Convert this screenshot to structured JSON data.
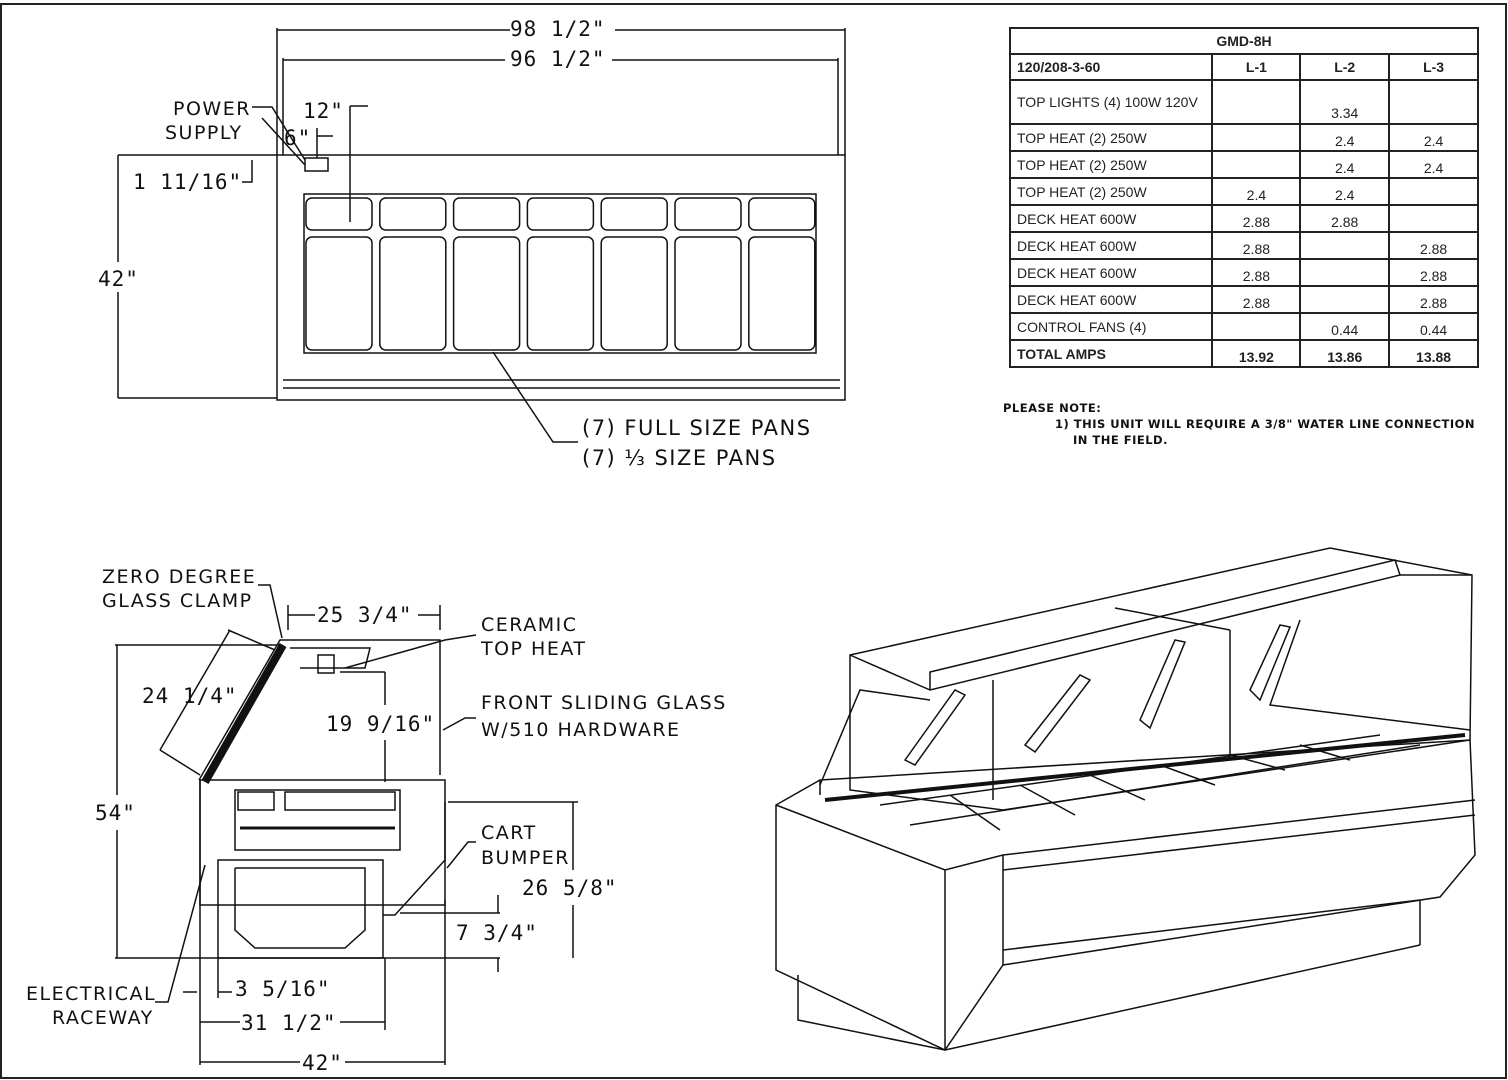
{
  "front_view": {
    "dim_overall": "98 1/2\"",
    "dim_inner": "96 1/2\"",
    "dim_12": "12\"",
    "dim_6": "6\"",
    "dim_1_11_16": "1 11/16\"",
    "dim_height": "42\"",
    "power_supply": [
      "POWER",
      "SUPPLY"
    ],
    "pans_full": "(7) FULL SIZE PANS",
    "pans_third": "(7) ⅓ SIZE PANS"
  },
  "side_view": {
    "glass_clamp": [
      "ZERO DEGREE",
      "GLASS CLAMP"
    ],
    "dim_25_3_4": "25 3/4\"",
    "ceramic": [
      "CERAMIC",
      "TOP HEAT"
    ],
    "dim_24_1_4": "24 1/4\"",
    "dim_19_9_16": "19 9/16\"",
    "front_glass": [
      "FRONT SLIDING GLASS",
      "W/510 HARDWARE"
    ],
    "dim_54": "54\"",
    "cart_bumper": [
      "CART",
      "BUMPER"
    ],
    "dim_26_5_8": "26 5/8\"",
    "dim_7_3_4": "7 3/4\"",
    "dim_3_5_16": "3 5/16\"",
    "dim_31_1_2": "31 1/2\"",
    "dim_42": "42\"",
    "raceway": [
      "ELECTRICAL",
      "RACEWAY"
    ]
  },
  "amps_table": {
    "model": "GMD-8H",
    "voltage": "120/208-3-60",
    "columns": [
      "L-1",
      "L-2",
      "L-3"
    ],
    "rows": [
      {
        "label": "TOP LIGHTS (4) 100W 120V",
        "l1": "",
        "l2": "3.34",
        "l3": ""
      },
      {
        "label": "TOP HEAT (2) 250W",
        "l1": "",
        "l2": "2.4",
        "l3": "2.4"
      },
      {
        "label": "TOP HEAT (2) 250W",
        "l1": "",
        "l2": "2.4",
        "l3": "2.4"
      },
      {
        "label": "TOP HEAT (2) 250W",
        "l1": "2.4",
        "l2": "2.4",
        "l3": ""
      },
      {
        "label": "DECK HEAT 600W",
        "l1": "2.88",
        "l2": "2.88",
        "l3": ""
      },
      {
        "label": "DECK HEAT 600W",
        "l1": "2.88",
        "l2": "",
        "l3": "2.88"
      },
      {
        "label": "DECK HEAT 600W",
        "l1": "2.88",
        "l2": "",
        "l3": "2.88"
      },
      {
        "label": "DECK HEAT 600W",
        "l1": "2.88",
        "l2": "",
        "l3": "2.88"
      },
      {
        "label": "CONTROL FANS (4)",
        "l1": "",
        "l2": "0.44",
        "l3": "0.44"
      }
    ],
    "total": {
      "label": "TOTAL AMPS",
      "l1": "13.92",
      "l2": "13.86",
      "l3": "13.88"
    }
  },
  "note": {
    "heading": "PLEASE NOTE:",
    "line1": "1) THIS UNIT WILL REQUIRE A 3/8\" WATER LINE CONNECTION",
    "line2": "IN THE FIELD."
  }
}
